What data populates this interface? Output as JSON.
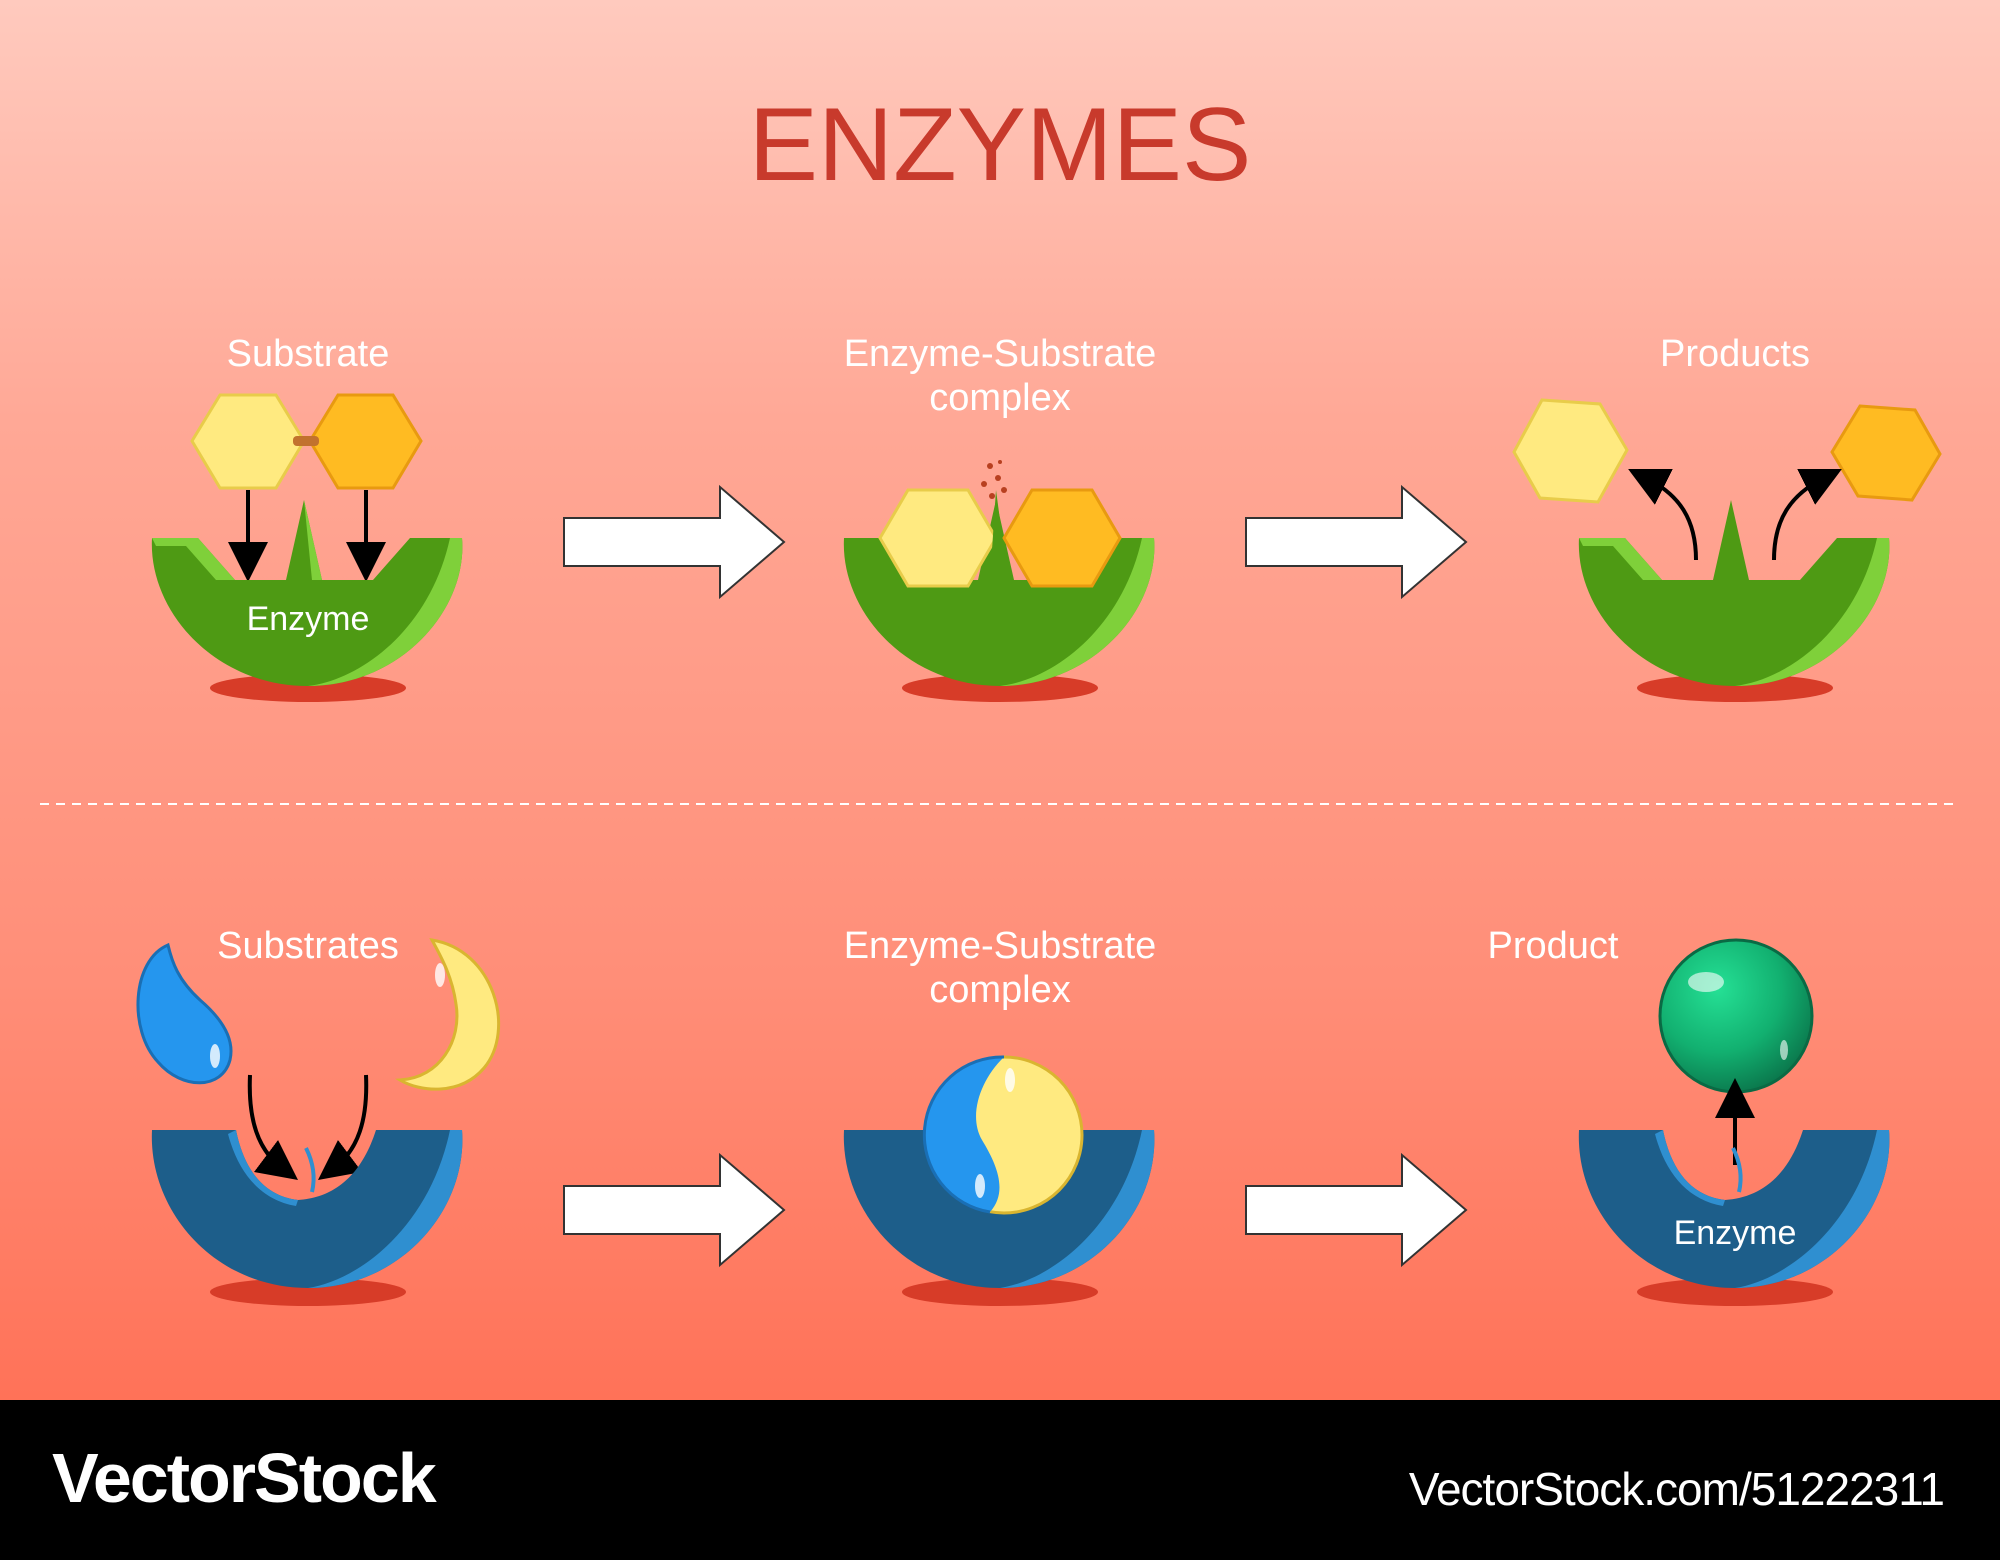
{
  "title": "ENZYMES",
  "row1": {
    "step1_label": "Substrate",
    "step1_enzyme_label": "Enzyme",
    "step2_label_line1": "Enzyme-Substrate",
    "step2_label_line2": "complex",
    "step3_label": "Products"
  },
  "row2": {
    "step1_label": "Substrates",
    "step2_label_line1": "Enzyme-Substrate",
    "step2_label_line2": "complex",
    "step3_label": "Product",
    "step3_enzyme_label": "Enzyme"
  },
  "footer": {
    "brand": "VectorStock",
    "url": "VectorStock.com/51222311"
  },
  "colors": {
    "title": "#c83a2c",
    "green_enzyme": "#4e9a14",
    "green_enzyme_light": "#7fd03a",
    "blue_enzyme": "#1d5e8a",
    "blue_enzyme_light": "#2f8fd0",
    "hex_yellow": "#ffea80",
    "hex_orange": "#ffbb22",
    "shadow": "#d73c28",
    "product_sphere": "#12b070"
  }
}
